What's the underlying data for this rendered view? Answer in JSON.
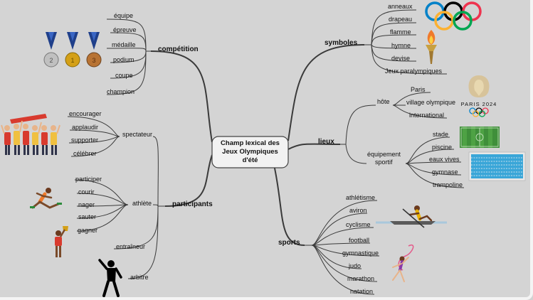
{
  "center": {
    "line1": "Champ lexical des",
    "line2": "Jeux Olympiques",
    "line3": "d'été"
  },
  "competition": {
    "title": "compétition",
    "items": [
      "équipe",
      "épreuve",
      "médaille",
      "podium",
      "coupe",
      "champion"
    ]
  },
  "participants": {
    "title": "participants",
    "spectateur": {
      "title": "spectateur",
      "items": [
        "encourager",
        "applaudir",
        "supporter",
        "célébrer"
      ]
    },
    "athlete": {
      "title": "athlète",
      "items": [
        "participer",
        "courir",
        "nager",
        "sauter",
        "gagner"
      ]
    },
    "entraineur": "entraîneur",
    "arbitre": "arbitre"
  },
  "symboles": {
    "title": "symboles",
    "items": [
      "anneaux",
      "drapeau",
      "flamme",
      "hymne",
      "devise",
      "Jeux paralympiques"
    ]
  },
  "lieux": {
    "title": "lieux",
    "hote": {
      "title": "hôte",
      "items": [
        "Paris",
        "village olympique",
        "international"
      ]
    },
    "equipement": {
      "line1": "équipement",
      "line2": "sportif",
      "items": [
        "stade",
        "piscine",
        "eaux vives",
        "gymnase",
        "trampoline"
      ]
    }
  },
  "sports": {
    "title": "sports",
    "items": [
      "athlétisme",
      "aviron",
      "cyclisme",
      "football",
      "gymnastique",
      "judo",
      "marathon",
      "natation"
    ]
  },
  "paris_logo": "PARIS 2024",
  "colors": {
    "ring_blue": "#0081c8",
    "ring_black": "#000000",
    "ring_red": "#ee334e",
    "ring_yellow": "#fcb131",
    "ring_green": "#00a651",
    "gold": "#d4a017",
    "silver": "#c0c0c0",
    "bronze": "#b87333",
    "field": "#3f8f3a",
    "pool": "#3aa6d8"
  }
}
